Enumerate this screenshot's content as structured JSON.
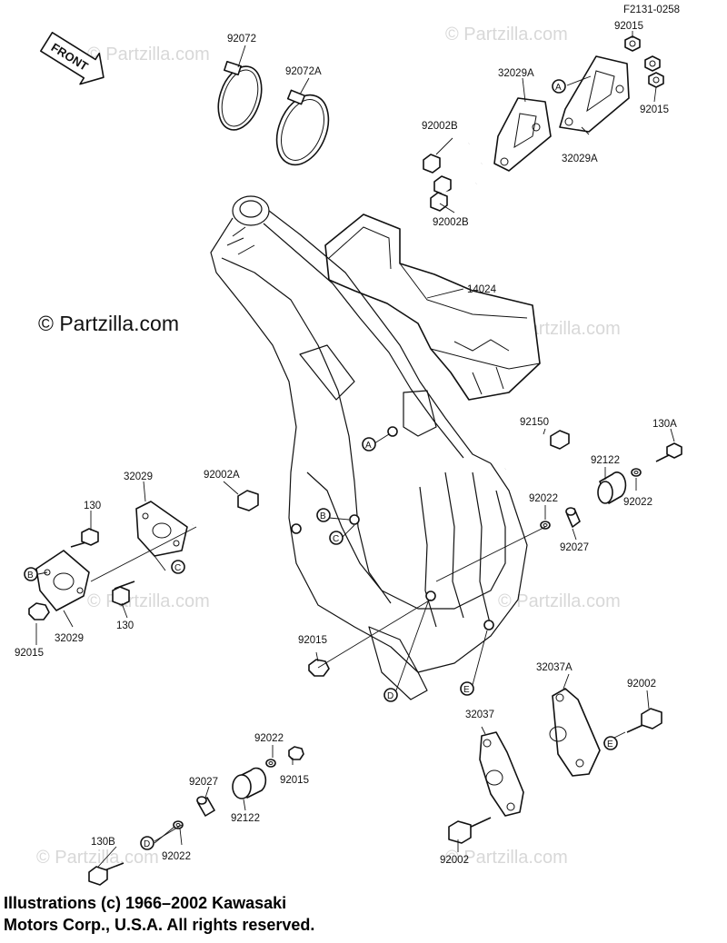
{
  "figure_code": "F2131-0258",
  "front_arrow_label": "FRONT",
  "watermark_main": "© Partzilla.com",
  "watermark_small": "© Partzilla.com",
  "part_labels": {
    "p92072": "92072",
    "p92072A": "92072A",
    "p92015_top1": "92015",
    "p92015_top2": "92015",
    "p32029A_left": "32029A",
    "p32029A_right": "32029A",
    "p92002B_top": "92002B",
    "p92002B_bottom": "92002B",
    "p14024": "14024",
    "p92150": "92150",
    "p130A": "130A",
    "p92122_right": "92122",
    "p92022_right1": "92022",
    "p92022_right2": "92022",
    "p92027_right": "92027",
    "p32029_top": "32029",
    "p92002A": "92002A",
    "p130_top": "130",
    "p130_bottom": "130",
    "p32029_bottom": "32029",
    "p92015_left": "92015",
    "p92015_mid": "92015",
    "p32037A": "32037A",
    "p92002_right": "92002",
    "p32037": "32037",
    "p92002_bottom": "92002",
    "p92022_bottom1": "92022",
    "p92015_bottom": "92015",
    "p92027_bottom": "92027",
    "p92122_bottom": "92122",
    "p130B": "130B",
    "p92022_bottom2": "92022"
  },
  "ref_markers": {
    "a_top": "A",
    "a_frame": "A",
    "b_left": "B",
    "b_frame": "B",
    "c_left": "C",
    "c_frame": "C",
    "d_frame": "D",
    "d_bottom": "D",
    "e_frame": "E",
    "e_right": "E"
  },
  "copyright": {
    "line1": "Illustrations (c) 1966–2002 Kawasaki",
    "line2": "Motors Corp., U.S.A.  All rights reserved."
  }
}
